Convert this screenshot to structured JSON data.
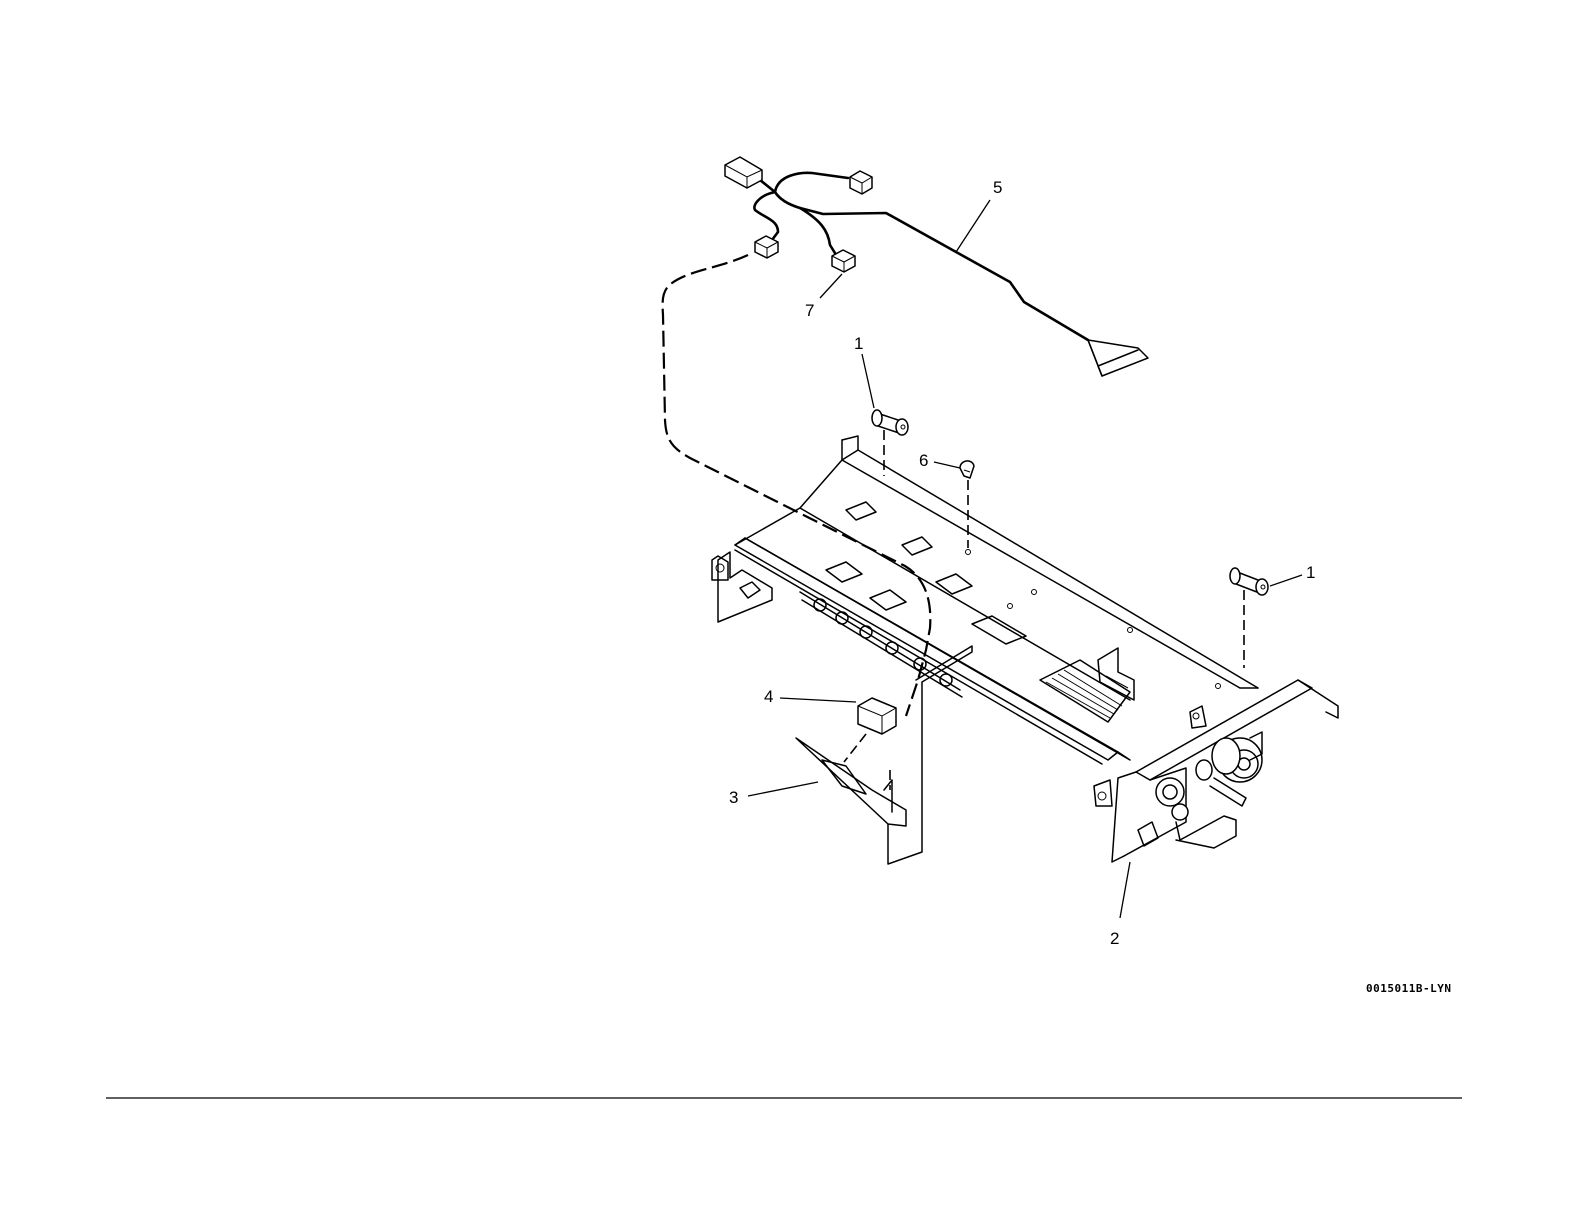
{
  "diagram": {
    "callouts": [
      {
        "id": "c1a",
        "label": "1"
      },
      {
        "id": "c1b",
        "label": "1"
      },
      {
        "id": "c2",
        "label": "2"
      },
      {
        "id": "c3",
        "label": "3"
      },
      {
        "id": "c4",
        "label": "4"
      },
      {
        "id": "c5",
        "label": "5"
      },
      {
        "id": "c6",
        "label": "6"
      },
      {
        "id": "c7",
        "label": "7"
      }
    ],
    "figure_id": "0015011B-LYN"
  }
}
